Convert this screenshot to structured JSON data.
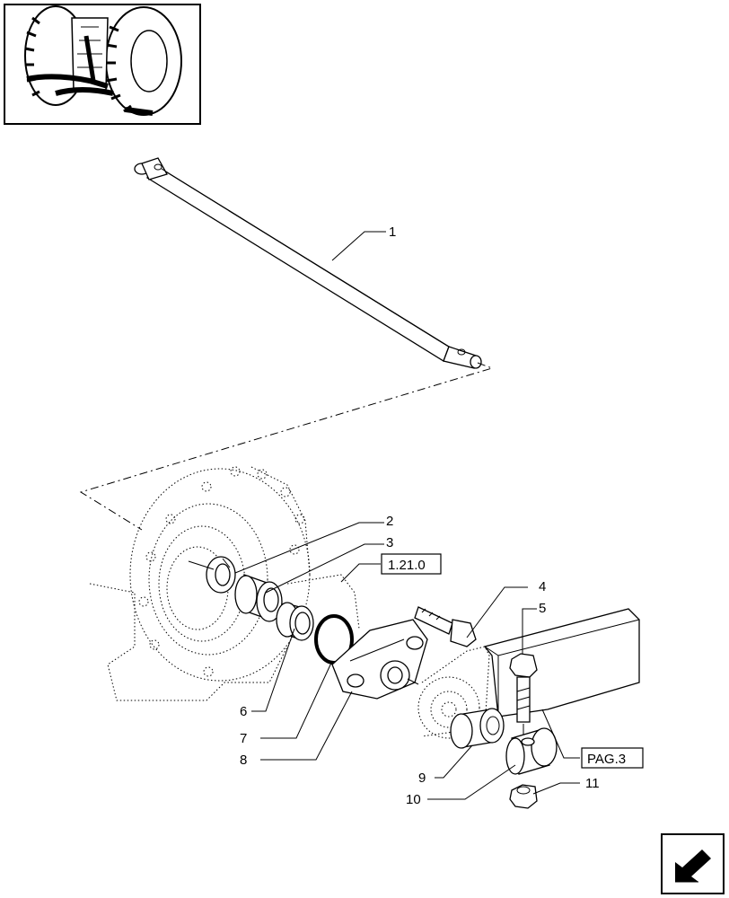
{
  "callouts": {
    "c1": "1",
    "c2": "2",
    "c3": "3",
    "c4": "4",
    "c5": "5",
    "c6": "6",
    "c7": "7",
    "c8": "8",
    "c9": "9",
    "c10": "10",
    "c11": "11"
  },
  "references": {
    "ref_section": "1.21.0",
    "ref_page": "PAG.3"
  },
  "icons": {
    "thumbnail": "tractor-rear-thumbnail-icon",
    "nav": "next-page-arrow-icon"
  }
}
